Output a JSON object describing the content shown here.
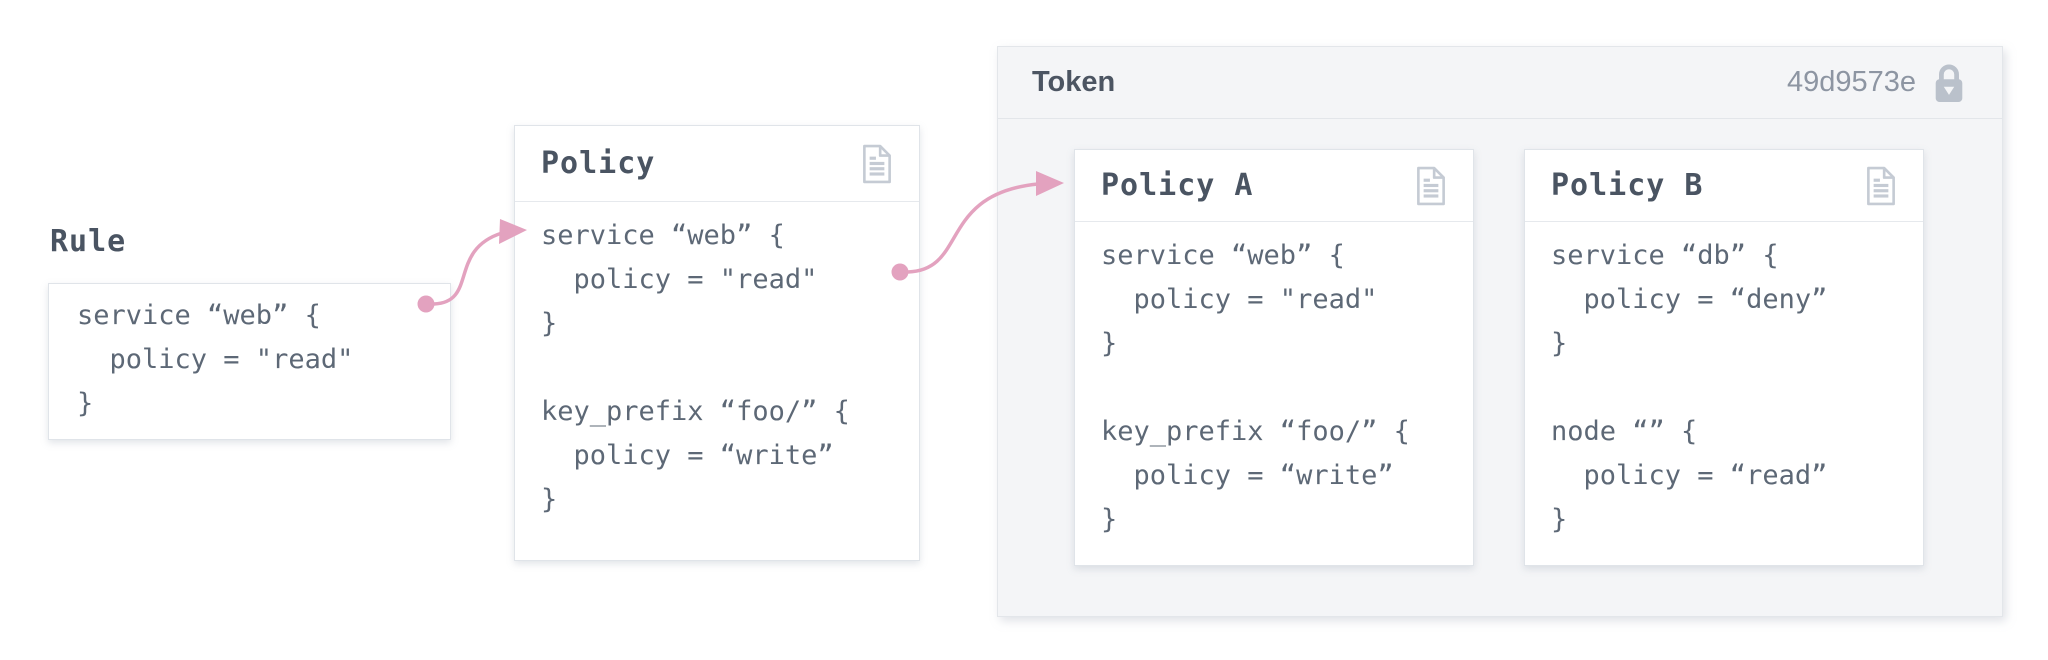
{
  "rule": {
    "label": "Rule",
    "code": "service “web” {\n  policy = \"read\"\n}"
  },
  "policy": {
    "title": "Policy",
    "icon": "document-icon",
    "code": "service “web” {\n  policy = \"read\"\n}\n\nkey_prefix “foo/” {\n  policy = “write”\n}"
  },
  "token": {
    "title": "Token",
    "id": "49d9573e",
    "icon": "lock-icon",
    "policies": [
      {
        "title": "Policy A",
        "icon": "document-icon",
        "code": "service “web” {\n  policy = \"read\"\n}\n\nkey_prefix “foo/” {\n  policy = “write”\n}"
      },
      {
        "title": "Policy B",
        "icon": "document-icon",
        "code": "service “db” {\n  policy = “deny”\n}\n\nnode “” {\n  policy = “read”\n}"
      }
    ]
  },
  "colors": {
    "accent_pink": "#e3a2bf",
    "heading_text": "#4a5462",
    "code_text": "#5d6876",
    "card_border": "#e0e4e9",
    "token_background": "#f4f5f7",
    "token_id_text": "#8d95a2",
    "icon_gray": "#c5cbd4",
    "lock_gray": "#bac1cb"
  }
}
